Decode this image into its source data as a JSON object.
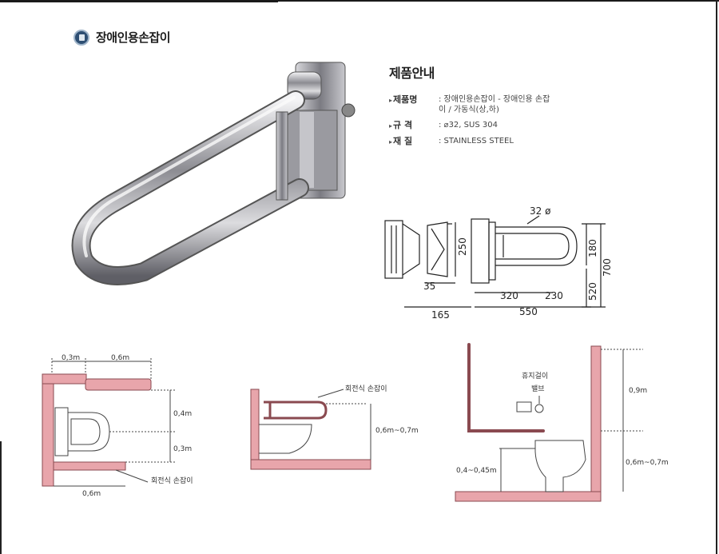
{
  "page_title": "장애인용손잡이",
  "info": {
    "heading": "제품안내",
    "specs": [
      {
        "label": "제품명",
        "value_line1": ": 장애인용손잡이 - 장애인용 손잡",
        "value_line2": "이 / 가동식(상,하)"
      },
      {
        "label": "규 격",
        "value_line1": ": ⌀32, SUS 304",
        "value_line2": ""
      },
      {
        "label": "재 질",
        "value_line1": ": STAINLESS STEEL",
        "value_line2": ""
      }
    ]
  },
  "dimension_drawing": {
    "diameter": "32 ø",
    "d250": "250",
    "d35": "35",
    "d165": "165",
    "d320": "320",
    "d230": "230",
    "d550": "550",
    "d180": "180",
    "d520": "520",
    "d700": "700"
  },
  "plan_diagram": {
    "d03_top": "0,3m",
    "d06_top": "0,6m",
    "d04": "0,4m",
    "d03_side": "0,3m",
    "d06_bottom": "0,6m",
    "label": "회전식 손잡이"
  },
  "side_diagram": {
    "label": "회전식 손잡이",
    "height": "0,6m~0,7m"
  },
  "right_diagram": {
    "tissue": "휴지걸이",
    "valve": "밸브",
    "d09": "0,9m",
    "d0607": "0,6m~0,7m",
    "d04045": "0,4~0,45m"
  },
  "colors": {
    "wall": "#e8a5ab",
    "wall_stroke": "#8a4a50",
    "steel": "#b8b8bc"
  }
}
